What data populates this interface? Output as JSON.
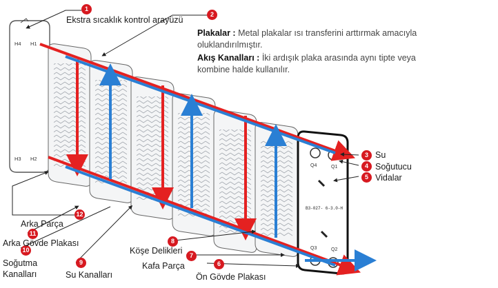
{
  "callouts": {
    "c1": {
      "num": "1",
      "text": "Ekstra sıcaklık kontrol arayüzü"
    },
    "c2": {
      "num": "2"
    },
    "c3": {
      "num": "3",
      "text": "Su"
    },
    "c4": {
      "num": "4",
      "text": "Soğutucu"
    },
    "c5": {
      "num": "5",
      "text": "Vidalar"
    },
    "c6": {
      "num": "6",
      "text": "Ön Gövde Plakası"
    },
    "c7": {
      "num": "7",
      "text": "Kafa Parça"
    },
    "c8": {
      "num": "8",
      "text": "Köşe Delikleri"
    },
    "c9": {
      "num": "9",
      "text": "Su Kanalları"
    },
    "c10": {
      "num": "10",
      "text": "Soğutma Kanalları"
    },
    "c11": {
      "num": "11",
      "text": "Arka Gövde Plakası"
    },
    "c12": {
      "num": "12",
      "text": "Arka Parça"
    }
  },
  "description": {
    "plates_title": "Plakalar :",
    "plates_text": "Metal plakalar ısı transferini arttırmak amacıyla oluklandırılmıştır.",
    "channels_title": "Akış Kanalları :",
    "channels_text": "İki ardışık plaka arasında aynı tipte veya kombine halde kullanılır."
  },
  "port_labels": {
    "h4": "H4",
    "h1": "H1",
    "h3": "H3",
    "h2": "H2",
    "q4": "Q4",
    "q1": "Q1",
    "q3": "Q3",
    "q2": "Q2"
  },
  "nameplate": "B3-027- 6-3.0-H",
  "colors": {
    "hot": "#e42121",
    "cold": "#2a7fd4",
    "badge": "#d71920"
  }
}
